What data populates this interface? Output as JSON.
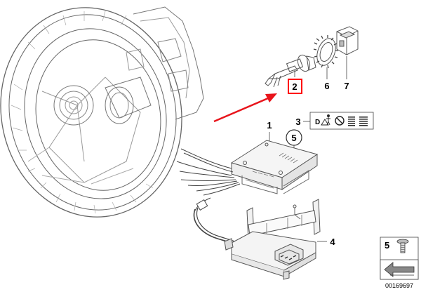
{
  "callouts": {
    "c1": "1",
    "c2": "2",
    "c3": "3",
    "c4": "4",
    "c5_circle": "5",
    "c6": "6",
    "c7": "7"
  },
  "legend_box": {
    "label": "5"
  },
  "warning_strip": {
    "letter": "D"
  },
  "reference_number": "00169697",
  "colors": {
    "highlight_box": "#ff0000",
    "pointer_arrow": "#e8141b",
    "line_art": "#555555"
  }
}
